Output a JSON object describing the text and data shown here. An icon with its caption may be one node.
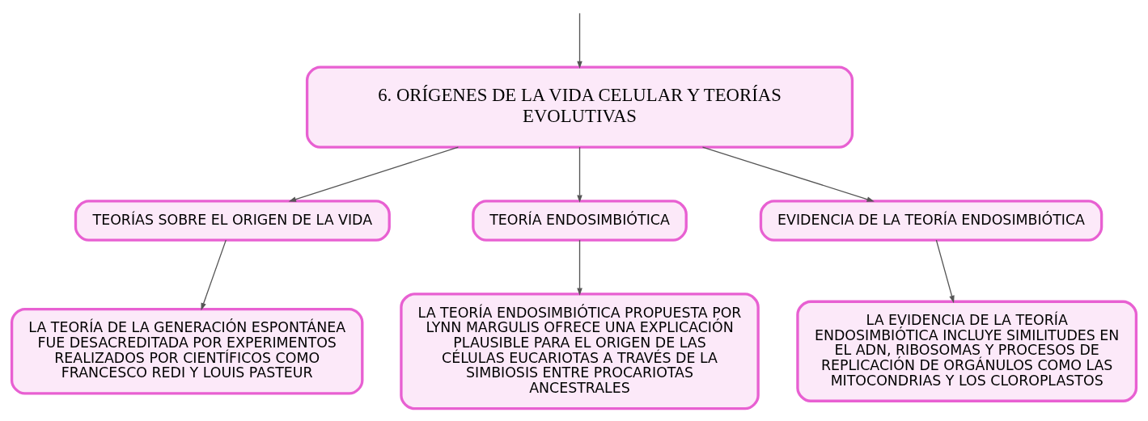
{
  "diagram": {
    "nodes": [
      {
        "text": [
          "6. ORÍGENES DE LA VIDA CELULAR Y TEORÍAS EVOLUTIVAS"
        ]
      },
      {
        "text": [
          "TEORÍAS SOBRE EL ORIGEN DE LA VIDA"
        ]
      },
      {
        "text": [
          "TEORÍA ENDOSIMBIÓTICA"
        ]
      },
      {
        "text": [
          "EVIDENCIA DE LA TEORÍA ENDOSIMBIÓTICA"
        ]
      },
      {
        "text": [
          "LA TEORÍA DE LA GENERACIÓN ESPONTÁNEA FUE DESACREDITADA POR EXPERIMENTOS REALIZADOS POR CIENTÍFICOS COMO FRANCESCO REDI Y LOUIS PASTEUR"
        ]
      },
      {
        "text": [
          "LA TEORÍA ENDOSIMBIÓTICA PROPUESTA POR LYNN MARGULIS OFRECE UNA EXPLICACIÓN PLAUSIBLE PARA EL ORIGEN DE LAS CÉLULAS EUCARIOTAS A TRAVÉS DE LA SIMBIOSIS ENTRE PROCARIOTAS ANCESTRALES"
        ]
      },
      {
        "text": [
          "LA EVIDENCIA DE LA TEORÍA ENDOSIMBIÓTICA INCLUYE SIMILITUDES EN EL ADN, RIBOSOMAS Y PROCESOS DE REPLICACIÓN DE ORGÁNULOS COMO LAS MITOCONDRIAS Y LOS CLOROPLASTOS"
        ]
      }
    ],
    "edges": [
      {
        "from": null,
        "to": 0,
        "arrow": "to"
      },
      {
        "from": 0,
        "to": 1,
        "arrow": "to"
      },
      {
        "from": 0,
        "to": 2,
        "arrow": "to"
      },
      {
        "from": 0,
        "to": 3,
        "arrow": "to"
      },
      {
        "from": 1,
        "to": 4,
        "arrow": "to"
      },
      {
        "from": 2,
        "to": 5,
        "arrow": "to"
      },
      {
        "from": 3,
        "to": 6,
        "arrow": "to"
      }
    ]
  }
}
